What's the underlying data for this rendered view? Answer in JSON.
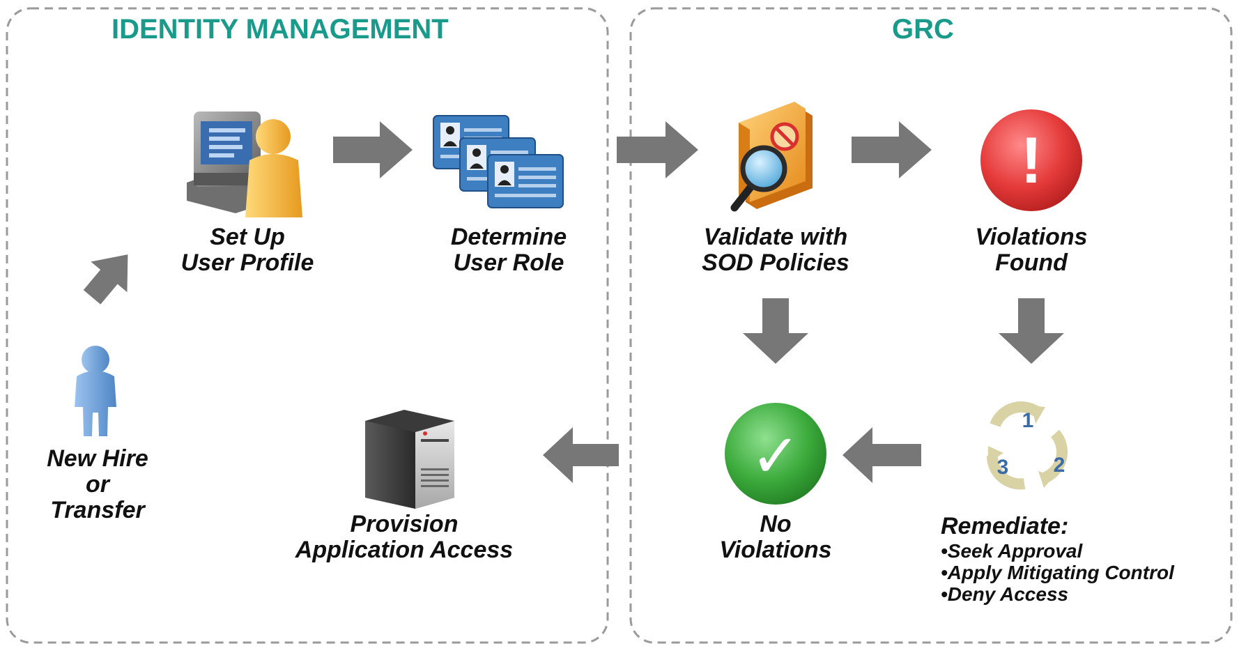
{
  "colors": {
    "title": "#1a9a8a",
    "arrow": "#777777",
    "border": "#9a9a9a",
    "violation_red": "#e53a3a",
    "ok_green": "#3cab3c",
    "card_blue": "#3d7fc0",
    "person_orange": "#f3b43c",
    "person_blue": "#6aa0d8",
    "cycle_beige": "#d8d2a4",
    "cycle_number": "#3b6aa8"
  },
  "sections": {
    "identity_management": {
      "title": "IDENTITY MANAGEMENT"
    },
    "grc": {
      "title": "GRC"
    }
  },
  "steps": {
    "new_hire": {
      "lines": [
        "New Hire",
        "or",
        "Transfer"
      ],
      "icon": "person-icon"
    },
    "setup_profile": {
      "lines": [
        "Set Up",
        "User Profile"
      ],
      "icon": "computer-user-icon"
    },
    "determine_role": {
      "lines": [
        "Determine",
        "User Role"
      ],
      "icon": "id-cards-icon"
    },
    "validate_sod": {
      "lines": [
        "Validate with",
        "SOD Policies"
      ],
      "icon": "policy-book-icon"
    },
    "violations_found": {
      "lines": [
        "Violations",
        "Found"
      ],
      "icon": "alert-icon",
      "glyph": "!"
    },
    "no_violations": {
      "lines": [
        "No",
        "Violations"
      ],
      "icon": "checkmark-icon",
      "glyph": "✓"
    },
    "remediate": {
      "heading": "Remediate:",
      "items": [
        "•Seek Approval",
        "•Apply Mitigating Control",
        "•Deny Access"
      ],
      "icon": "cycle-icon",
      "cycle_numbers": [
        "1",
        "2",
        "3"
      ]
    },
    "provision_access": {
      "lines": [
        "Provision",
        "Application Access"
      ],
      "icon": "server-icon"
    }
  }
}
